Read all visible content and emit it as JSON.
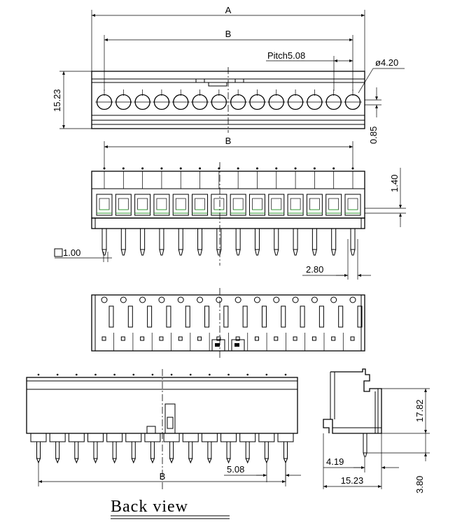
{
  "drawing": {
    "pin_count": 14,
    "dimensions": {
      "A": "A",
      "B_top": "B",
      "B_front": "B",
      "B_back": "B",
      "pitch": "Pitch5.08",
      "hole_dia": "ø4.20",
      "height_top": "15.23",
      "offset_085": "0.85",
      "pin_1_40": "1.40",
      "pin_square": "1.00",
      "pin_2_80": "2.80",
      "pitch_back": "5.08",
      "side_height": "17.82",
      "side_4_19": "4.19",
      "side_width": "15.23",
      "side_pin": "3.80"
    },
    "caption": "Back view"
  }
}
